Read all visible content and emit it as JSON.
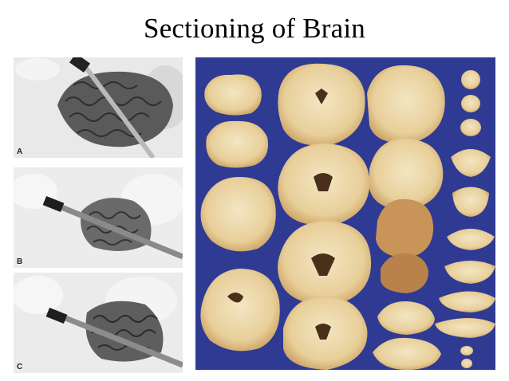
{
  "title": "Sectioning of Brain",
  "panels": [
    {
      "label": "A"
    },
    {
      "label": "B"
    },
    {
      "label": "C"
    }
  ],
  "colors": {
    "slide_background": "#ffffff",
    "specimen_background": "#2f3a93",
    "brain_tissue": "#e8cf9a",
    "white_matter": "#f3e6c2"
  }
}
